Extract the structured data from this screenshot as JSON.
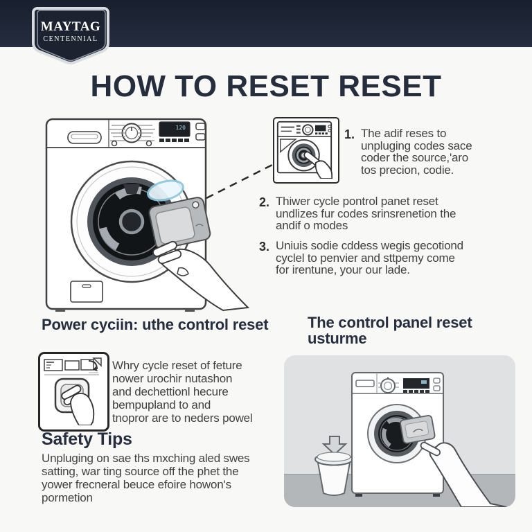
{
  "brand": {
    "name": "MAYTAG",
    "sub": "CENTENNIAL"
  },
  "title": "HOW TO RESET RESET",
  "display": {
    "digits": "120"
  },
  "steps": [
    {
      "num": "1.",
      "lines": [
        "The adif reses to",
        "unpluging codes sace",
        "coder the source,'aro",
        "tos precion, codie."
      ]
    },
    {
      "num": "2.",
      "lines": [
        "Thiwer cycle pontrol panet reset",
        "undlizes fur codes srinsrenetion the",
        "andif o modes"
      ]
    },
    {
      "num": "3.",
      "lines": [
        "Uniuis sodie cddess wegis gecotiond",
        "cyclel to penvier and sttpemy come",
        "for irentune, your our lade."
      ]
    }
  ],
  "sections": {
    "left_heading": "Power cyciin: uthe control reset",
    "right_heading_lines": [
      "The control panel reset",
      "usturme"
    ],
    "left_paragraph_lines": [
      "Whry cycle reset of feture",
      "nower urochir nutashon",
      "and dechettionl hecure",
      "bempupland to and",
      "tnopror are to neders powel"
    ],
    "safety_heading": "Safety Tips",
    "safety_lines": [
      "Unpluging on sae ths mxching aled swes",
      "satting, war ting source off the phet the",
      "yower frecneral beuce efoire howon's",
      "pormetion"
    ]
  },
  "icons": {
    "bucket_arrow": "down-arrow"
  },
  "colors": {
    "banner_navy": "#20283a",
    "badge_navy": "#1c2230",
    "badge_silver": "#d9dde2",
    "heading_navy": "#262d3d",
    "body_text": "#414141",
    "scene_bg": "#dfe1e3",
    "scene_floor": "#b4b7ba",
    "drum_dark": "#191c1f",
    "glass_blue": "#8fc8de"
  }
}
